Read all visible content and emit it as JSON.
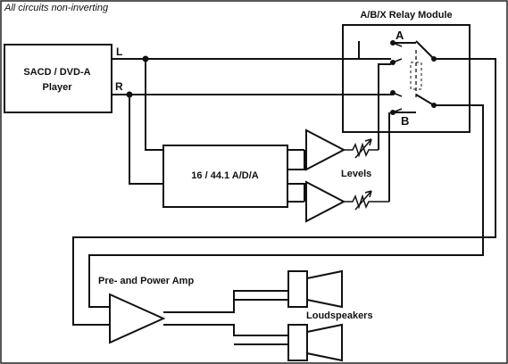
{
  "diagram": {
    "note": "All circuits non-inverting",
    "player": {
      "line1": "SACD / DVD-A",
      "line2": "Player"
    },
    "channel_left": "L",
    "channel_right": "R",
    "relay": {
      "title": "A/B/X Relay Module",
      "input_a": "A",
      "input_b": "B"
    },
    "converter": "16 / 44.1 A/D/A",
    "levels": "Levels",
    "amp": "Pre- and Power Amp",
    "speakers": "Loudspeakers"
  }
}
